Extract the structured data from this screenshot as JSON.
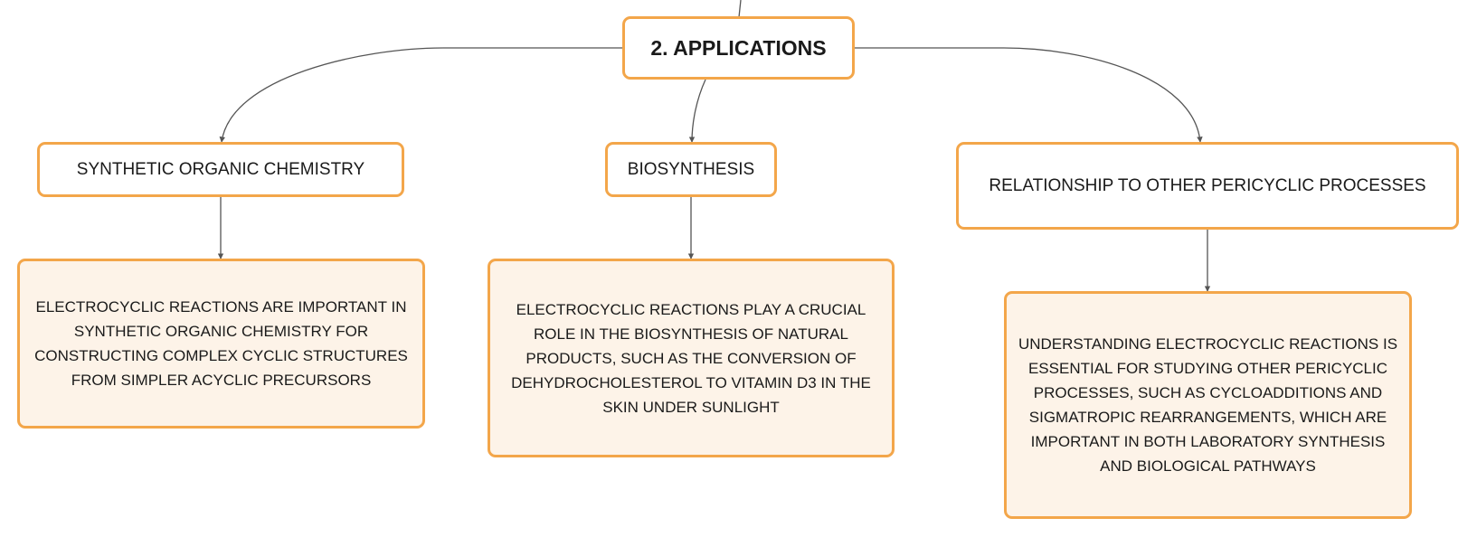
{
  "diagram": {
    "root": {
      "label": "2. APPLICATIONS"
    },
    "branches": [
      {
        "label": "SYNTHETIC ORGANIC CHEMISTRY",
        "detail": "ELECTROCYCLIC REACTIONS ARE IMPORTANT IN SYNTHETIC ORGANIC CHEMISTRY FOR CONSTRUCTING COMPLEX CYCLIC STRUCTURES FROM SIMPLER ACYCLIC PRECURSORS"
      },
      {
        "label": "BIOSYNTHESIS",
        "detail": "ELECTROCYCLIC REACTIONS PLAY A CRUCIAL ROLE IN THE BIOSYNTHESIS OF NATURAL PRODUCTS, SUCH AS THE CONVERSION OF DEHYDROCHOLESTEROL TO VITAMIN D3 IN THE SKIN UNDER SUNLIGHT"
      },
      {
        "label": "RELATIONSHIP TO OTHER PERICYCLIC PROCESSES",
        "detail": "UNDERSTANDING ELECTROCYCLIC REACTIONS IS ESSENTIAL FOR STUDYING OTHER PERICYCLIC PROCESSES, SUCH AS CYCLOADDITIONS AND SIGMATROPIC REARRANGEMENTS, WHICH ARE IMPORTANT IN BOTH LABORATORY SYNTHESIS AND BIOLOGICAL PATHWAYS"
      }
    ]
  },
  "colors": {
    "node_border": "#f3a64a",
    "detail_fill": "#fdf3e8",
    "connector": "#555555"
  }
}
